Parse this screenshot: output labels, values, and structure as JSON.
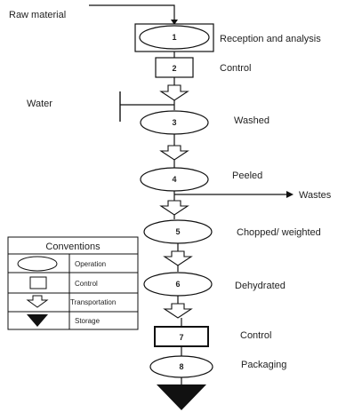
{
  "inputs": {
    "raw_material": "Raw material",
    "water": "Water",
    "wastes": "Wastes"
  },
  "steps": [
    {
      "num": "1",
      "shape": "operation-in-box",
      "label": "Reception and analysis"
    },
    {
      "num": "2",
      "shape": "control",
      "label": "Control"
    },
    {
      "num": "3",
      "shape": "operation",
      "label": "Washed"
    },
    {
      "num": "4",
      "shape": "operation",
      "label": "Peeled"
    },
    {
      "num": "5",
      "shape": "operation",
      "label": "Chopped/ weighted"
    },
    {
      "num": "6",
      "shape": "operation",
      "label": "Dehydrated"
    },
    {
      "num": "7",
      "shape": "control",
      "label": "Control"
    },
    {
      "num": "8",
      "shape": "operation",
      "label": "Packaging"
    }
  ],
  "conventions": {
    "title": "Conventions",
    "items": [
      {
        "symbol": "operation",
        "label": "Operation"
      },
      {
        "symbol": "control",
        "label": "Control"
      },
      {
        "symbol": "transportation",
        "label": "Transportation"
      },
      {
        "symbol": "storage",
        "label": "Storage"
      }
    ]
  }
}
